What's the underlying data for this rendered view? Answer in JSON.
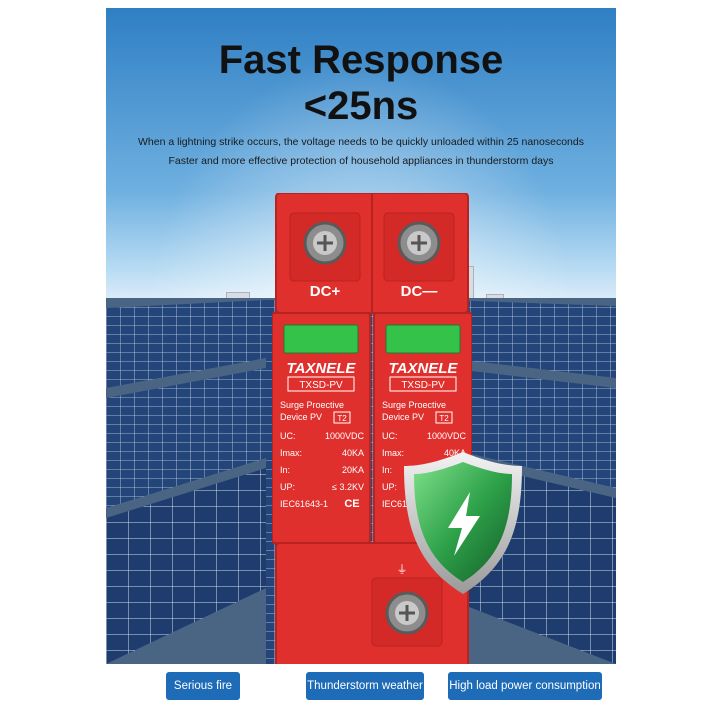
{
  "headline": {
    "line1": "Fast Response",
    "line2": "<25ns"
  },
  "subtitle": {
    "line1": "When a lightning strike occurs, the voltage needs to be quickly unloaded within 25 nanoseconds",
    "line2": "Faster and more effective protection of household appliances in thunderstorm days"
  },
  "device": {
    "terminal_left": "DC+",
    "terminal_right": "DC—",
    "brand": "TAXNELE",
    "model": "TXSD-PV",
    "desc_line1": "Surge Proective",
    "desc_line2": "Device PV",
    "type_badge": "T2",
    "uc_label": "UC:",
    "uc_value": "1000VDC",
    "imax_label": "Imax:",
    "imax_value": "40KA",
    "in_label": "In:",
    "in_value": "20KA",
    "up_label": "UP:",
    "up_value": "≤ 3.2KV",
    "standard": "IEC61643-1",
    "ce_mark": "CE",
    "ground_symbol": "⏚",
    "body_color": "#e0302d",
    "window_color": "#35c24a"
  },
  "shield": {
    "icon": "lightning-bolt-icon",
    "color": "#2ea24a"
  },
  "badges": [
    "Serious fire",
    "Thunderstorm weather",
    "High load power consumption"
  ],
  "colors": {
    "badge_bg": "#1e6bb8",
    "headline": "#111111"
  }
}
